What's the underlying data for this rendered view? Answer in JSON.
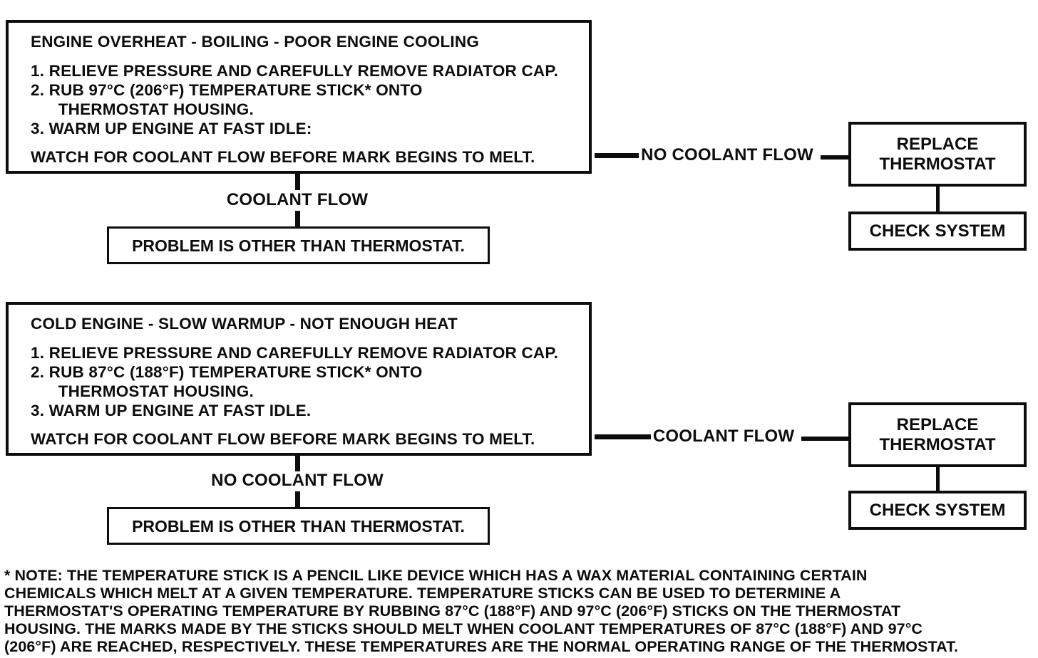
{
  "colors": {
    "background": "#ffffff",
    "ink": "#0d0d0d"
  },
  "flows": [
    {
      "main_box": {
        "title": "ENGINE OVERHEAT - BOILING - POOR ENGINE COOLING",
        "steps": [
          "1. RELIEVE PRESSURE AND CAREFULLY REMOVE RADIATOR CAP.",
          "2. RUB 97°C (206°F) TEMPERATURE STICK* ONTO",
          "      THERMOSTAT HOUSING.",
          "3. WARM UP ENGINE AT FAST IDLE:"
        ],
        "watch_line": "WATCH FOR COOLANT FLOW BEFORE MARK BEGINS TO MELT."
      },
      "side_branch": {
        "label": "NO COOLANT FLOW",
        "box1": "REPLACE THERMOSTAT",
        "box2": "CHECK SYSTEM"
      },
      "down_branch": {
        "label": "COOLANT FLOW",
        "box": "PROBLEM IS OTHER THAN THERMOSTAT."
      }
    },
    {
      "main_box": {
        "title": "COLD ENGINE - SLOW WARMUP - NOT ENOUGH HEAT",
        "steps": [
          "1. RELIEVE PRESSURE AND CAREFULLY REMOVE RADIATOR CAP.",
          "2. RUB 87°C (188°F) TEMPERATURE STICK* ONTO",
          "      THERMOSTAT HOUSING.",
          "3. WARM UP ENGINE AT FAST IDLE."
        ],
        "watch_line": "WATCH FOR COOLANT FLOW BEFORE MARK BEGINS TO MELT."
      },
      "side_branch": {
        "label": "COOLANT FLOW",
        "box1": "REPLACE THERMOSTAT",
        "box2": "CHECK SYSTEM"
      },
      "down_branch": {
        "label": "NO COOLANT FLOW",
        "box": "PROBLEM IS OTHER THAN THERMOSTAT."
      }
    }
  ],
  "footnote": {
    "lines": [
      "* NOTE: THE TEMPERATURE STICK IS A PENCIL LIKE DEVICE WHICH HAS A WAX MATERIAL CONTAINING CERTAIN",
      "CHEMICALS WHICH MELT AT A GIVEN TEMPERATURE. TEMPERATURE STICKS CAN BE USED TO DETERMINE A",
      "THERMOSTAT'S OPERATING TEMPERATURE BY RUBBING 87°C (188°F) AND 97°C (206°F) STICKS ON THE THERMOSTAT",
      "HOUSING. THE MARKS MADE BY THE STICKS SHOULD MELT WHEN COOLANT TEMPERATURES OF 87°C (188°F) AND 97°C",
      "(206°F) ARE REACHED, RESPECTIVELY. THESE TEMPERATURES ARE THE NORMAL OPERATING RANGE OF THE THERMOSTAT."
    ]
  }
}
